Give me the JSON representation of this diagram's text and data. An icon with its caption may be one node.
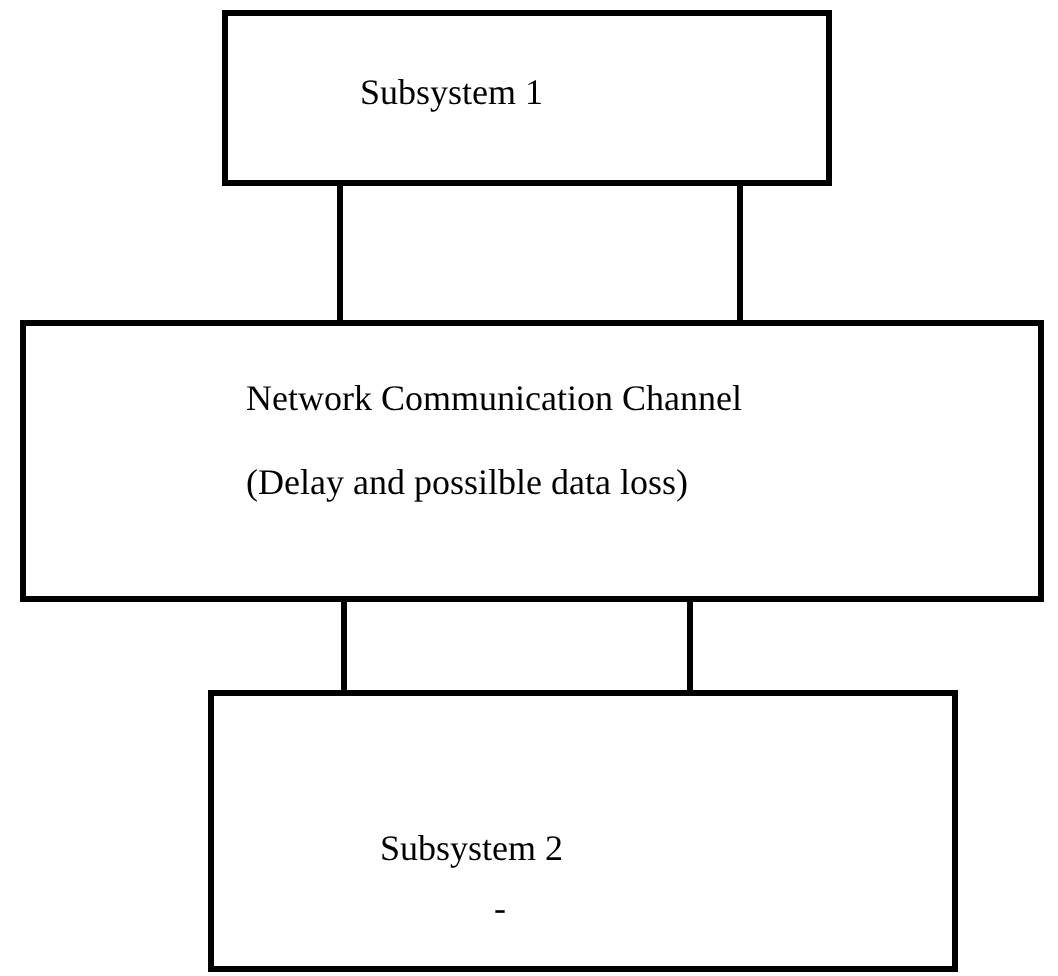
{
  "diagram": {
    "nodes": [
      {
        "text": [
          "Subsystem 1"
        ]
      },
      {
        "text": [
          "Network Communication Channel",
          "(Delay and possilble data loss)"
        ]
      },
      {
        "text": [
          "Subsystem 2",
          "-"
        ]
      }
    ],
    "edges": [
      {
        "from": 0,
        "to": 1,
        "arrow": "none"
      },
      {
        "from": 0,
        "to": 1,
        "arrow": "none"
      },
      {
        "from": 1,
        "to": 2,
        "arrow": "none"
      },
      {
        "from": 1,
        "to": 2,
        "arrow": "none"
      }
    ]
  }
}
